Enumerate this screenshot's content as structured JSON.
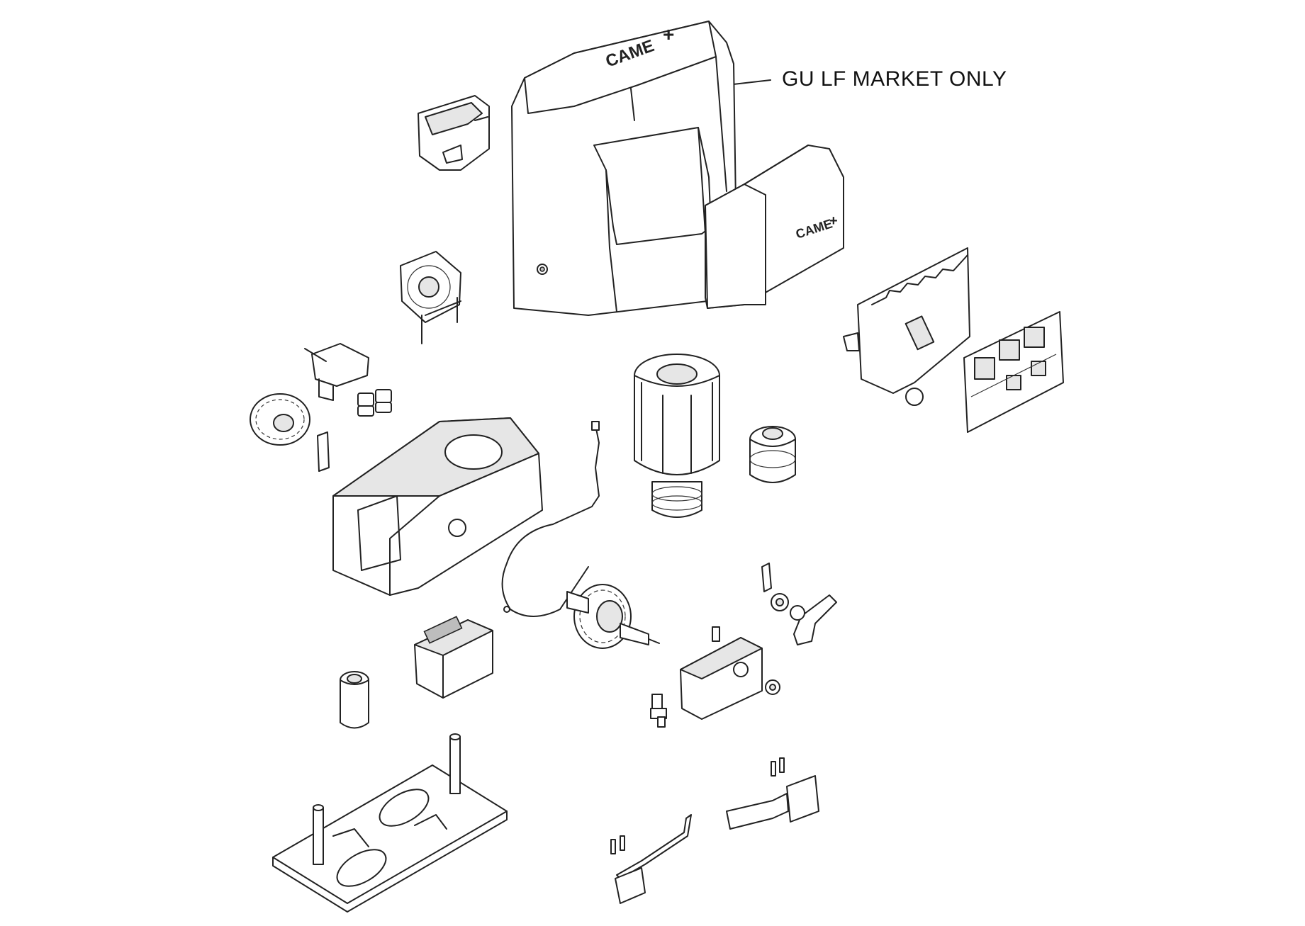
{
  "annotation": {
    "text": "GU LF MARKET ONLY"
  },
  "brand": {
    "logo_text": "CAME"
  },
  "parts": [
    "top-cover",
    "small-cover",
    "side-cover",
    "cooling-fan",
    "limit-switch-assembly",
    "drive-gear",
    "terminal-connectors",
    "fuse-holder",
    "gearbox-housing",
    "electric-motor",
    "motor-pulley",
    "control-board-bracket",
    "control-board",
    "gasket",
    "worm-gear",
    "transformer",
    "bushing",
    "anchor-plate",
    "release-lever",
    "release-key",
    "lock-cylinder",
    "connector-clip",
    "release-mechanism",
    "limit-bracket-left",
    "limit-bracket-right"
  ]
}
